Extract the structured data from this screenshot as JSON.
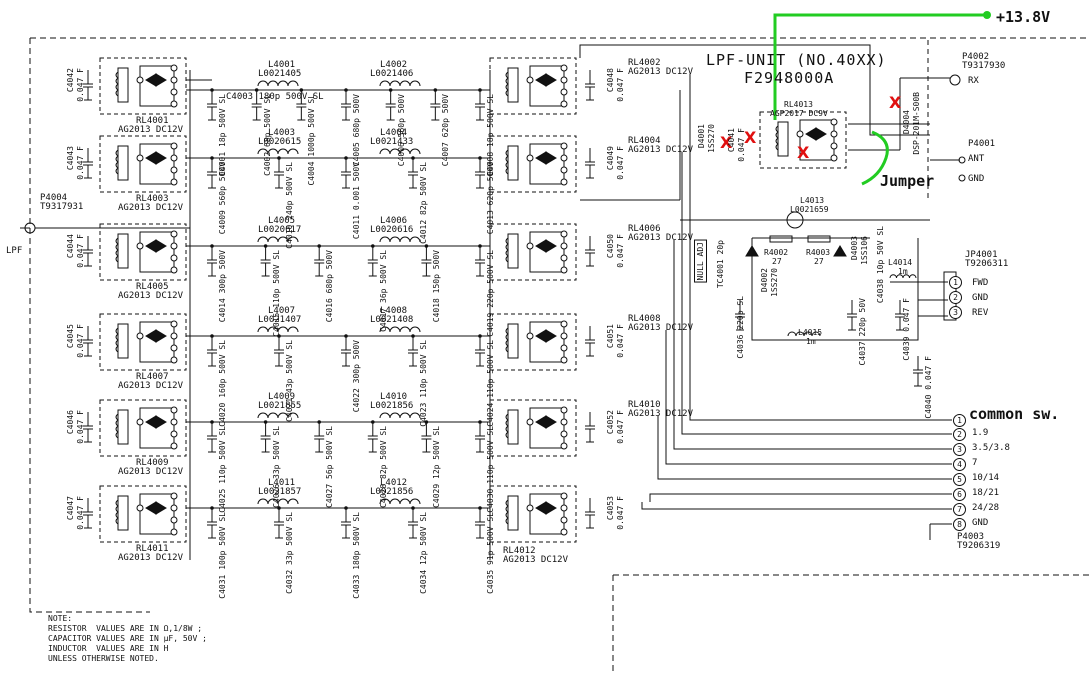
{
  "title": {
    "line1": "LPF-UNIT  (NO.40XX)",
    "line2": "F2948000A"
  },
  "annotations": {
    "supply": "+13.8V",
    "jumper": "Jumper",
    "common_sw": "common sw.",
    "wire_color": "#22cc22",
    "mark_color": "#e01010"
  },
  "connectors": {
    "p4002": {
      "name": "P4002",
      "part": "T9317930",
      "pin": "RX"
    },
    "p4001": {
      "name": "P4001",
      "ant": "ANT",
      "gnd": "GND"
    },
    "p4004": {
      "name": "P4004",
      "part": "T9317931",
      "lpf": "LPF"
    },
    "jp4001": {
      "name": "JP4001",
      "part": "T9206311",
      "pins": [
        "FWD",
        "GND",
        "REV"
      ]
    },
    "p4003": {
      "name": "P4003",
      "part": "T9206319"
    }
  },
  "band_pins": [
    {
      "num": "1",
      "label": ""
    },
    {
      "num": "2",
      "label": "1.9"
    },
    {
      "num": "3",
      "label": "3.5/3.8"
    },
    {
      "num": "4",
      "label": "7"
    },
    {
      "num": "5",
      "label": "10/14"
    },
    {
      "num": "6",
      "label": "18/21"
    },
    {
      "num": "7",
      "label": "24/28"
    },
    {
      "num": "8",
      "label": "GND"
    }
  ],
  "relays_left": [
    {
      "name": "RL4001",
      "part": "AG2013 DC12V",
      "cap": "C4042",
      "val": "0.047 F"
    },
    {
      "name": "RL4003",
      "part": "AG2013 DC12V",
      "cap": "C4043",
      "val": "0.047 F"
    },
    {
      "name": "RL4005",
      "part": "AG2013 DC12V",
      "cap": "C4044",
      "val": "0.047 F"
    },
    {
      "name": "RL4007",
      "part": "AG2013 DC12V",
      "cap": "C4045",
      "val": "0.047 F"
    },
    {
      "name": "RL4009",
      "part": "AG2013 DC12V",
      "cap": "C4046",
      "val": "0.047 F"
    },
    {
      "name": "RL4011",
      "part": "AG2013 DC12V",
      "cap": "C4047",
      "val": "0.047 F"
    }
  ],
  "relays_right": [
    {
      "name": "RL4002",
      "part": "AG2013\nDC12V",
      "cap": "C4048",
      "val": "0.047 F"
    },
    {
      "name": "RL4004",
      "part": "AG2013\nDC12V",
      "cap": "C4049",
      "val": "0.047 F"
    },
    {
      "name": "RL4006",
      "part": "AG2013\nDC12V",
      "cap": "C4050",
      "val": "0.047 F"
    },
    {
      "name": "RL4008",
      "part": "AG2013\nDC12V",
      "cap": "C4051",
      "val": "0.047 F"
    },
    {
      "name": "RL4010",
      "part": "AG2013\nDC12V",
      "cap": "C4052",
      "val": "0.047 F"
    },
    {
      "name": "RL4012",
      "part": "AG2013 DC12V",
      "cap": "C4053",
      "val": "0.047 F"
    }
  ],
  "filters": [
    {
      "l1": "L4001",
      "l1p": "L0021405",
      "l2": "L4002",
      "l2p": "L0021406",
      "series": "C4003  180p  500V  SL",
      "caps": [
        "C4001 18p 500V SL",
        "C4002 68p 500V SL",
        "C4004 1000p 500V SL",
        "C4005 680p 500V",
        "C4006 560p 500V",
        "C4007 620p 500V",
        "C4008 18p 500V SL"
      ]
    },
    {
      "l1": "L4003",
      "l1p": "L0020615",
      "l2": "L4004",
      "l2p": "L0021433",
      "series": "",
      "caps": [
        "C4009 560p 500V",
        "C4010 240p 500V SL",
        "C4011 0.001 500V",
        "C4012 82p 500V SL",
        "C4013 620p 500V"
      ]
    },
    {
      "l1": "L4005",
      "l1p": "L0020617",
      "l2": "L4006",
      "l2p": "L0020616",
      "series": "",
      "caps": [
        "C4014 300p 500V",
        "C4015 110p 500V SL",
        "C4016 680p 500V",
        "C4017 36p 500V SL",
        "C4018 150p 500V",
        "C4019 220p 500V SL"
      ]
    },
    {
      "l1": "L4007",
      "l1p": "L0021407",
      "l2": "L4008",
      "l2p": "L0021408",
      "series": "",
      "caps": [
        "C4020 160p 500V SL",
        "C4021 43p 500V SL",
        "C4022 300p 500V",
        "C4023 110p 500V SL",
        "C4024 110p 500V SL"
      ]
    },
    {
      "l1": "L4009",
      "l1p": "L0021855",
      "l2": "L4010",
      "l2p": "L0021856",
      "series": "",
      "caps": [
        "C4025 110p 500V SL",
        "C4026 33p 500V SL",
        "C4027 56p 500V SL",
        "C4028 82p 500V SL",
        "C4029 12p 500V SL",
        "C4030 110p 500V SL"
      ]
    },
    {
      "l1": "L4011",
      "l1p": "L0021857",
      "l2": "L4012",
      "l2p": "L0021856",
      "series": "",
      "caps": [
        "C4031 100p 500V SL",
        "C4032 33p 500V SL",
        "C4033 180p 500V SL",
        "C4034 12p 500V SL",
        "C4035 91p 500V SL"
      ]
    }
  ],
  "rx_section": {
    "rl4013": "RL4013",
    "rl4013p": "AGP2017 DC9V",
    "d4001": "D4001",
    "d4001p": "1SS270",
    "c4041": "C4041",
    "c4041v": "0.047 F",
    "d4004": "D4004",
    "d4004p": "DSP-201M-S00B",
    "l4013": "L4013",
    "l4013p": "L0021659"
  },
  "coupler": {
    "null_adj": "NULL ADJ",
    "tc4001": "TC4001 20p",
    "r4002": "R4002",
    "r4002v": "27",
    "r4003": "R4003",
    "r4003v": "27",
    "d4002": "D4002",
    "d4002p": "1SS270",
    "d4003": "D4003",
    "d4003p": "1SS106",
    "c4038": "C4038 10p 50V SL",
    "l4014": "L4014",
    "l4014v": "1m",
    "c4036": "C4036 220p SL",
    "c4037": "C4037 220p 50V",
    "c4039": "C4039 0.047 F",
    "l4015": "L4015",
    "l4015v": "1m",
    "c4040": "C4040 0.047 F"
  },
  "notes": "NOTE:\nRESISTOR  VALUES ARE IN Ω,1/8W ;\nCAPACITOR VALUES ARE IN μF, 50V ;\nINDUCTOR  VALUES ARE IN H\nUNLESS OTHERWISE NOTED."
}
